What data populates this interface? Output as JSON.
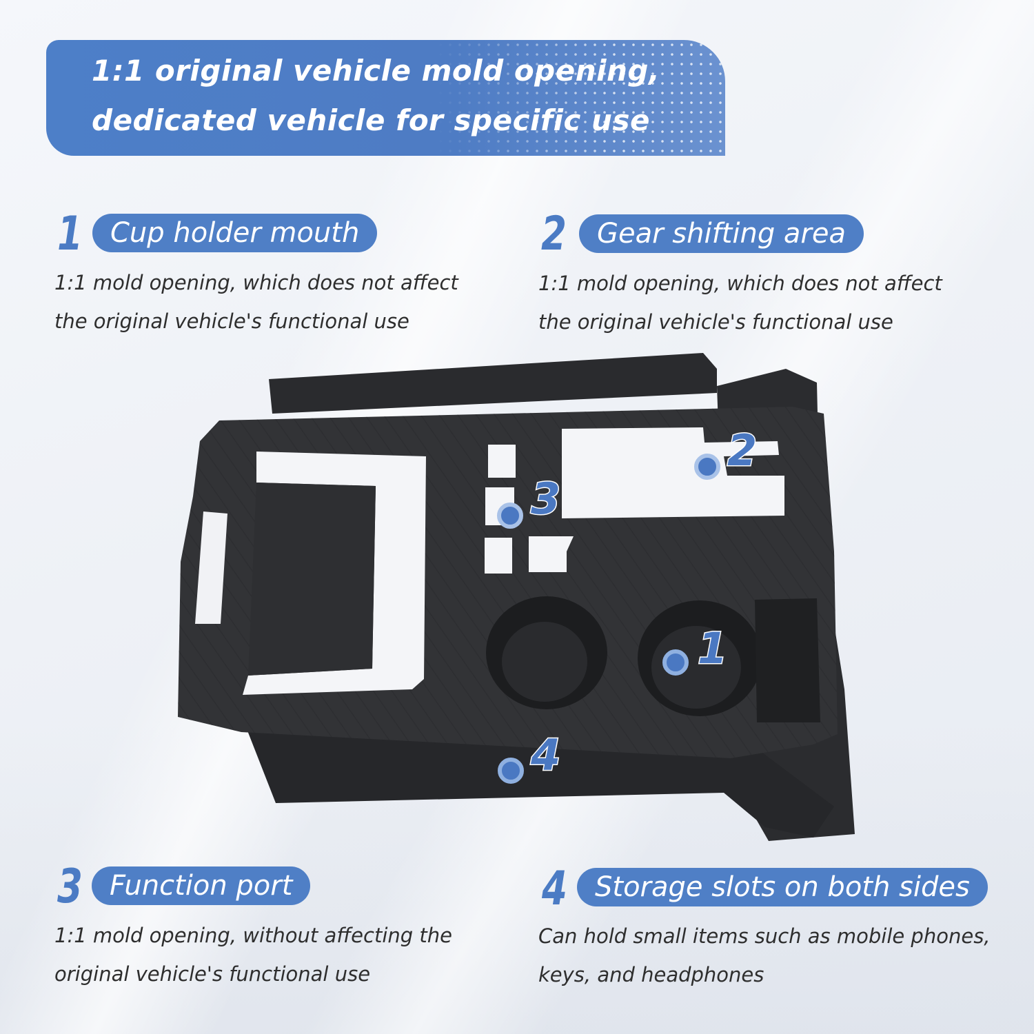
{
  "banner": {
    "line1": "1:1 original vehicle mold opening,",
    "line2": "dedicated vehicle for specific use"
  },
  "features": [
    {
      "number": "1",
      "title": "Cup holder mouth",
      "desc_line1": "1:1 mold opening, which does not affect",
      "desc_line2": "the original vehicle's functional use"
    },
    {
      "number": "2",
      "title": "Gear shifting area",
      "desc_line1": "1:1 mold opening, which does not affect",
      "desc_line2": "the original vehicle's functional use"
    },
    {
      "number": "3",
      "title": "Function port",
      "desc_line1": "1:1 mold opening, without affecting the",
      "desc_line2": "original vehicle's functional use"
    },
    {
      "number": "4",
      "title": "Storage slots on both sides",
      "desc_line1": "Can hold small items such as mobile phones,",
      "desc_line2": "keys, and headphones"
    }
  ],
  "callouts": [
    "1",
    "2",
    "3",
    "4"
  ],
  "colors": {
    "accent": "#4f7fc6",
    "product": "#303133",
    "dot": "#4a78c2"
  }
}
